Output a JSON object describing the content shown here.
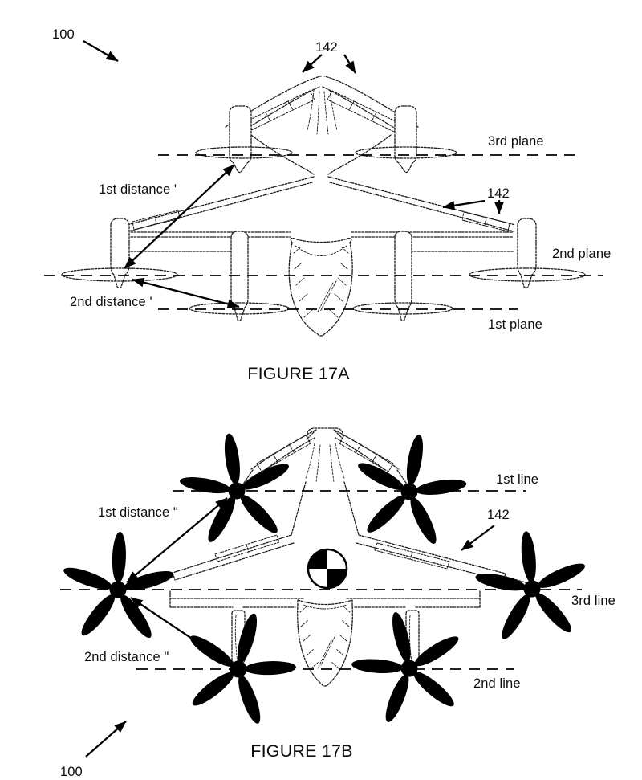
{
  "page": {
    "background": "#ffffff",
    "ink": "#111111"
  },
  "icons": {
    "center_of_gravity": "center-of-gravity-icon"
  },
  "figure_a": {
    "caption": "FIGURE 17A",
    "labels": {
      "ref_100": "100",
      "ref_142_top": "142",
      "ref_142_side": "142",
      "plane_3rd": "3rd plane",
      "plane_2nd": "2nd plane",
      "plane_1st": "1st plane",
      "distance_1st": "1st distance '",
      "distance_2nd": "2nd distance '"
    }
  },
  "figure_b": {
    "caption": "FIGURE 17B",
    "labels": {
      "ref_100": "100",
      "ref_142": "142",
      "line_1st": "1st line",
      "line_3rd": "3rd line",
      "line_2nd": "2nd line",
      "distance_1st": "1st distance \"",
      "distance_2nd": "2nd distance \""
    }
  }
}
